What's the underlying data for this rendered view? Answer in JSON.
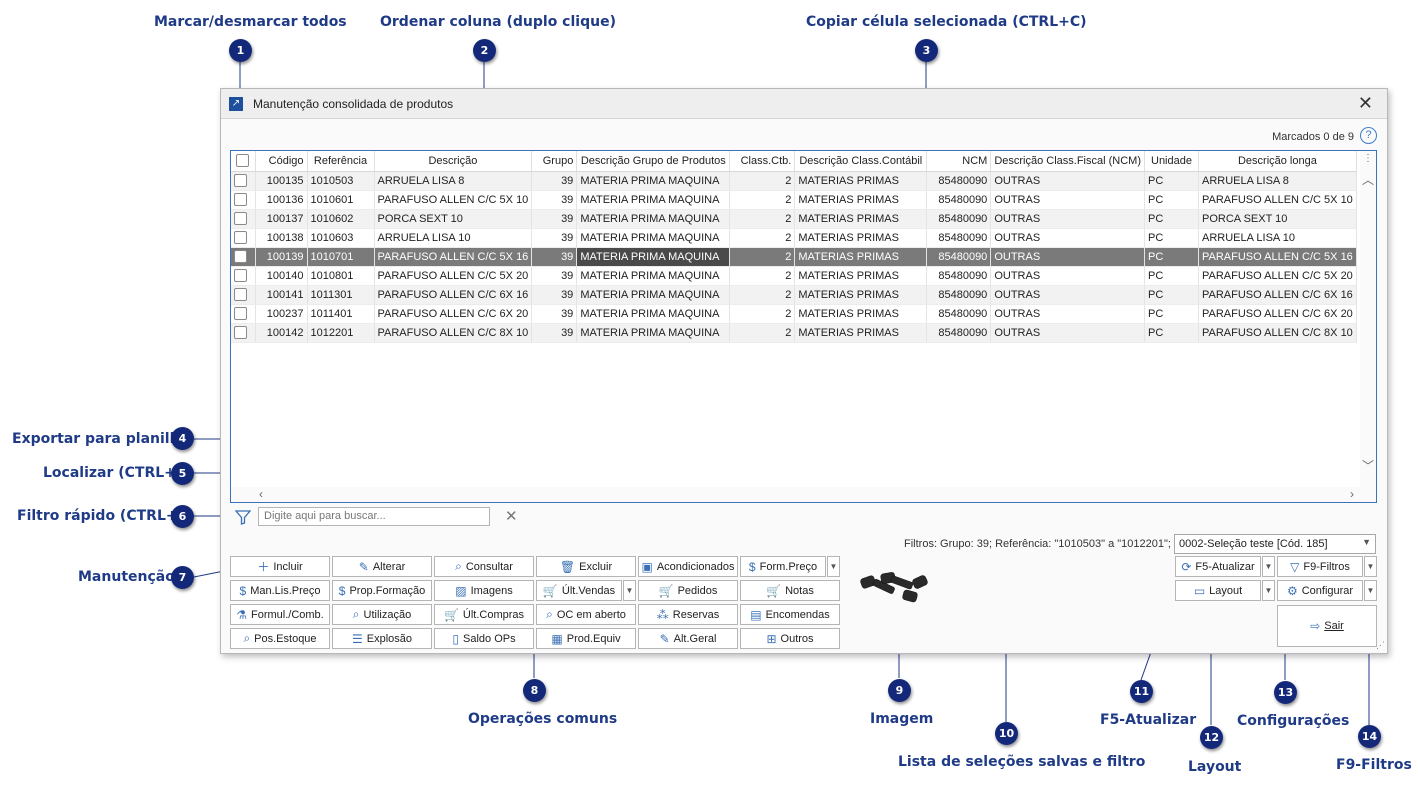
{
  "callouts": {
    "c1": "Marcar/desmarcar todos",
    "c2": "Ordenar coluna (duplo clique)",
    "c3": "Copiar célula selecionada (CTRL+C)",
    "c4": "Exportar para planilha",
    "c5": "Localizar (CTRL+L)",
    "c6": "Filtro rápido (CTRL+F)",
    "c7": "Manutenção",
    "c8": "Operações comuns",
    "c9": "Imagem",
    "c10": "Lista de seleções salvas e filtro",
    "c11": "F5-Atualizar",
    "c12": "Layout",
    "c13": "Configurações",
    "c14": "F9-Filtros"
  },
  "badges": [
    "1",
    "2",
    "3",
    "4",
    "5",
    "6",
    "7",
    "8",
    "9",
    "10",
    "11",
    "12",
    "13",
    "14"
  ],
  "window": {
    "title": "Manutenção consolidada de produtos",
    "close": "✕",
    "marcados": "Marcados 0 de 9",
    "help": "?"
  },
  "grid": {
    "headers": [
      "Código",
      "Referência",
      "Descrição",
      "Grupo",
      "Descrição Grupo de Produtos",
      "Class.Ctb.",
      "Descrição Class.Contábil",
      "NCM",
      "Descrição Class.Fiscal (NCM)",
      "Unidade",
      "Descrição longa"
    ],
    "rows": [
      [
        "100135",
        "1010503",
        "ARRUELA LISA  8",
        "39",
        "MATERIA PRIMA MAQUINA",
        "2",
        "MATERIAS PRIMAS",
        "85480090",
        "OUTRAS",
        "PC",
        "ARRUELA LISA  8"
      ],
      [
        "100136",
        "1010601",
        "PARAFUSO ALLEN C/C  5X 10",
        "39",
        "MATERIA PRIMA MAQUINA",
        "2",
        "MATERIAS PRIMAS",
        "85480090",
        "OUTRAS",
        "PC",
        "PARAFUSO ALLEN C/C  5X 10"
      ],
      [
        "100137",
        "1010602",
        "PORCA SEXT 10",
        "39",
        "MATERIA PRIMA MAQUINA",
        "2",
        "MATERIAS PRIMAS",
        "85480090",
        "OUTRAS",
        "PC",
        "PORCA SEXT 10"
      ],
      [
        "100138",
        "1010603",
        "ARRUELA LISA 10",
        "39",
        "MATERIA PRIMA MAQUINA",
        "2",
        "MATERIAS PRIMAS",
        "85480090",
        "OUTRAS",
        "PC",
        "ARRUELA LISA 10"
      ],
      [
        "100139",
        "1010701",
        "PARAFUSO ALLEN C/C  5X 16",
        "39",
        "MATERIA PRIMA MAQUINA",
        "2",
        "MATERIAS PRIMAS",
        "85480090",
        "OUTRAS",
        "PC",
        "PARAFUSO ALLEN C/C  5X 16"
      ],
      [
        "100140",
        "1010801",
        "PARAFUSO ALLEN C/C  5X 20",
        "39",
        "MATERIA PRIMA MAQUINA",
        "2",
        "MATERIAS PRIMAS",
        "85480090",
        "OUTRAS",
        "PC",
        "PARAFUSO ALLEN C/C  5X 20"
      ],
      [
        "100141",
        "1011301",
        "PARAFUSO ALLEN C/C  6X 16",
        "39",
        "MATERIA PRIMA MAQUINA",
        "2",
        "MATERIAS PRIMAS",
        "85480090",
        "OUTRAS",
        "PC",
        "PARAFUSO ALLEN C/C  6X 16"
      ],
      [
        "100237",
        "1011401",
        "PARAFUSO ALLEN C/C  6X 20",
        "39",
        "MATERIA PRIMA MAQUINA",
        "2",
        "MATERIAS PRIMAS",
        "85480090",
        "OUTRAS",
        "PC",
        "PARAFUSO ALLEN C/C  6X 20"
      ],
      [
        "100142",
        "1012201",
        "PARAFUSO ALLEN C/C  8X 10",
        "39",
        "MATERIA PRIMA MAQUINA",
        "2",
        "MATERIAS PRIMAS",
        "85480090",
        "OUTRAS",
        "PC",
        "PARAFUSO ALLEN C/C  8X 10"
      ]
    ],
    "selected_row": 4
  },
  "search": {
    "placeholder": "Digite aqui para buscar...",
    "clear": "✕"
  },
  "filters": {
    "text": "Filtros: Grupo: 39; Referência: \"1010503\" a \"1012201\";",
    "saved_selection": "0002-Seleção teste [Cód. 185]"
  },
  "buttons": {
    "incluir": "Incluir",
    "alterar": "Alterar",
    "consultar": "Consultar",
    "excluir": "Excluir",
    "acondicionados": "Acondicionados",
    "form_preco": "Form.Preço",
    "man_lis_preco": "Man.Lis.Preço",
    "prop_formacao": "Prop.Formação",
    "imagens": "Imagens",
    "ult_vendas": "Últ.Vendas",
    "pedidos": "Pedidos",
    "notas": "Notas",
    "formul_comb": "Formul./Comb.",
    "utilizacao": "Utilização",
    "ult_compras": "Últ.Compras",
    "oc_em_aberto": "OC em aberto",
    "reservas": "Reservas",
    "encomendas": "Encomendas",
    "pos_estoque": "Pos.Estoque",
    "explosao": "Explosão",
    "saldo_ops": "Saldo OPs",
    "prod_equiv": "Prod.Equiv",
    "alt_geral": "Alt.Geral",
    "outros": "Outros",
    "f5_atualizar": "F5-Atualizar",
    "f9_filtros": "F9-Filtros",
    "layout": "Layout",
    "configurar": "Configurar",
    "sair": "Sair"
  },
  "colors": {
    "accent": "#14287a",
    "callout_text": "#1f3b87",
    "selection": "#7a7a7a",
    "grid_border": "#3973b8"
  }
}
